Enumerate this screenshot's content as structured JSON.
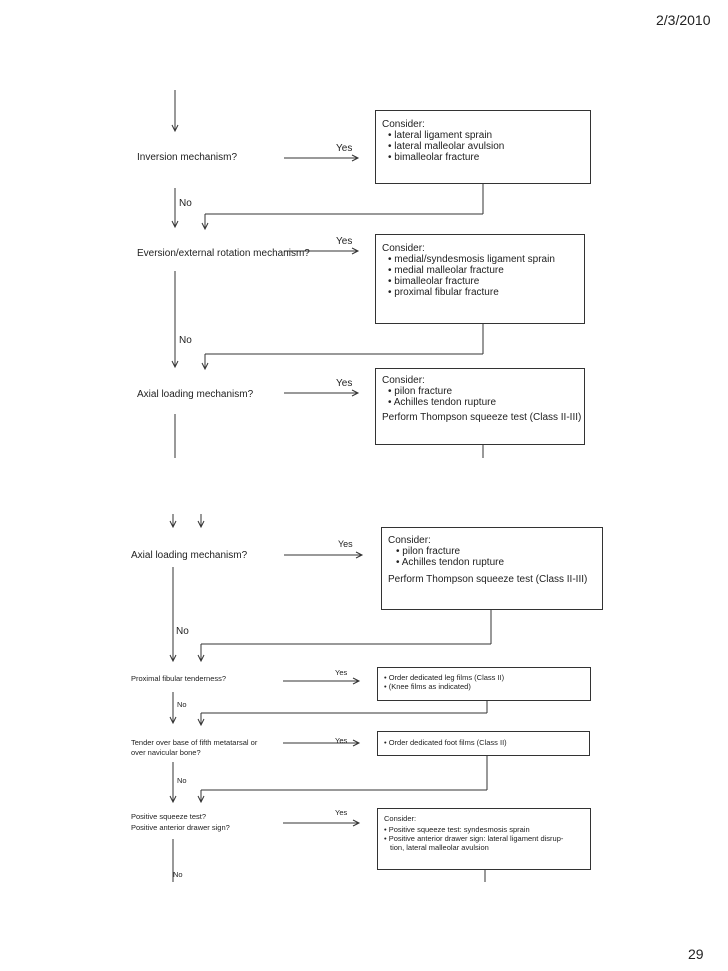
{
  "header": {
    "date": "2/3/2010"
  },
  "footer": {
    "page_number": "29"
  },
  "slide1": {
    "q1": "Inversion mechanism?",
    "q2": "Eversion/external rotation mechanism?",
    "q3": "Axial loading mechanism?",
    "yes": "Yes",
    "no": "No",
    "box1": {
      "title": "Consider:",
      "items": [
        "lateral ligament sprain",
        "lateral malleolar avulsion",
        "bimalleolar fracture"
      ]
    },
    "box2": {
      "title": "Consider:",
      "items": [
        "medial/syndesmosis ligament sprain",
        "medial malleolar fracture",
        "bimalleolar fracture",
        "proximal fibular fracture"
      ]
    },
    "box3": {
      "title": "Consider:",
      "items": [
        "pilon fracture",
        "Achilles tendon rupture"
      ],
      "footer": "Perform Thompson squeeze test (Class II-III)"
    }
  },
  "slide2": {
    "q1": "Axial loading mechanism?",
    "q2": "Proximal fibular tenderness?",
    "q3a": "Tender over base of fifth metatarsal or",
    "q3b": "over navicular bone?",
    "q4a": "Positive squeeze test?",
    "q4b": "Positive anterior drawer sign?",
    "yes": "Yes",
    "no": "No",
    "box1": {
      "title": "Consider:",
      "items": [
        "pilon fracture",
        "Achilles tendon rupture"
      ],
      "footer": "Perform Thompson squeeze test (Class II-III)"
    },
    "box2": {
      "items": [
        "Order dedicated leg films (Class II)",
        "(Knee films as indicated)"
      ]
    },
    "box3": {
      "items": [
        "Order dedicated foot films (Class II)"
      ]
    },
    "box4": {
      "title": "Consider:",
      "item1": "Positive squeeze test: syndesmosis sprain",
      "item2a": "Positive anterior drawer sign: lateral ligament disrup-",
      "item2b": "tion, lateral malleolar avulsion"
    }
  }
}
